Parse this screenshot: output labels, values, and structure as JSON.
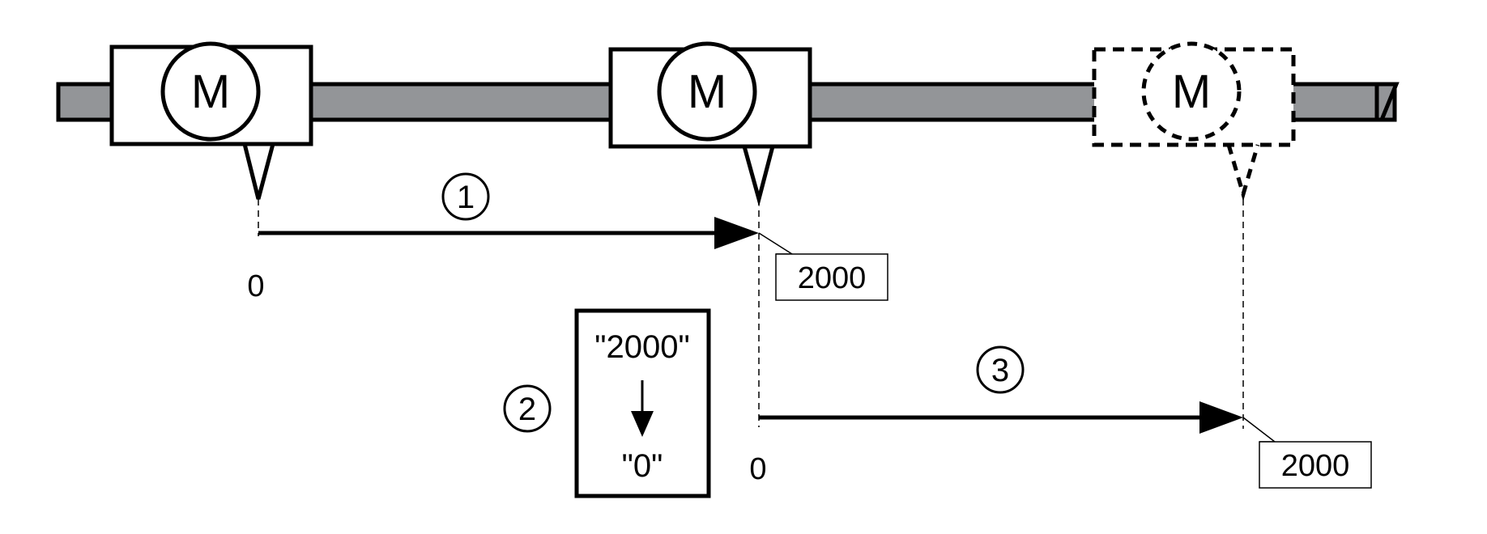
{
  "motors": [
    {
      "id": "start",
      "label": "M",
      "style": "solid"
    },
    {
      "id": "after-move-1",
      "label": "M",
      "style": "solid"
    },
    {
      "id": "after-move-3",
      "label": "M",
      "style": "dashed"
    }
  ],
  "steps": {
    "step_1": "1",
    "step_2": "2",
    "step_3": "3"
  },
  "positions": {
    "move1_start": "0",
    "move1_end": "2000",
    "move3_start": "0",
    "move3_end": "2000"
  },
  "reset_box": {
    "from": "\"2000\"",
    "to": "\"0\""
  },
  "colors": {
    "rail_fill": "#939598",
    "stroke": "#000000",
    "background": "#ffffff"
  }
}
